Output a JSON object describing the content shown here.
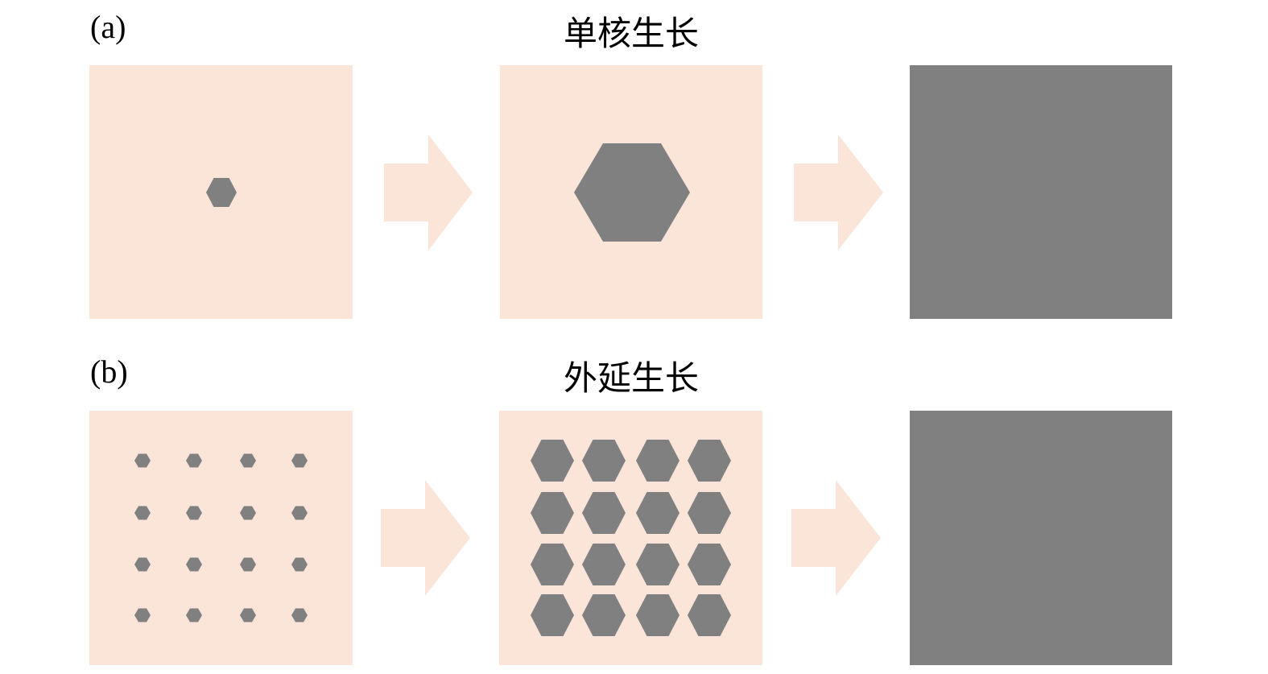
{
  "colors": {
    "substrate": "#FAE5D8",
    "film": "#808080",
    "arrow": "#FAE5D8"
  },
  "panel_a": {
    "label": "(a)",
    "title": "单核生长",
    "nuclei_grid": [
      1,
      1
    ]
  },
  "panel_b": {
    "label": "(b)",
    "title": "外延生长",
    "nuclei_grid": [
      4,
      4
    ]
  }
}
